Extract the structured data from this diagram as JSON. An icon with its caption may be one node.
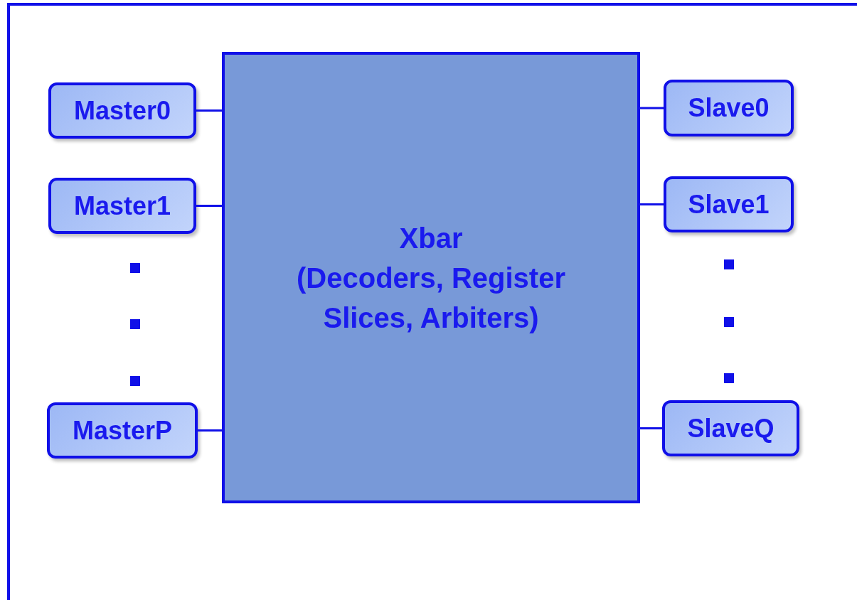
{
  "diagram": {
    "nodes": [
      {
        "text": [
          "Xbar",
          "(Decoders, Register Slices, Arbiters)"
        ]
      },
      {
        "text": [
          "Master0"
        ]
      },
      {
        "text": [
          "Master1"
        ]
      },
      {
        "text": [
          "MasterP"
        ]
      },
      {
        "text": [
          "Slave0"
        ]
      },
      {
        "text": [
          "Slave1"
        ]
      },
      {
        "text": [
          "SlaveQ"
        ]
      }
    ],
    "edges": [
      {
        "from": 1,
        "to": 0,
        "arrow": "none"
      },
      {
        "from": 2,
        "to": 0,
        "arrow": "none"
      },
      {
        "from": 3,
        "to": 0,
        "arrow": "none"
      },
      {
        "from": 0,
        "to": 4,
        "arrow": "none"
      },
      {
        "from": 0,
        "to": 5,
        "arrow": "none"
      },
      {
        "from": 0,
        "to": 6,
        "arrow": "none"
      }
    ]
  }
}
